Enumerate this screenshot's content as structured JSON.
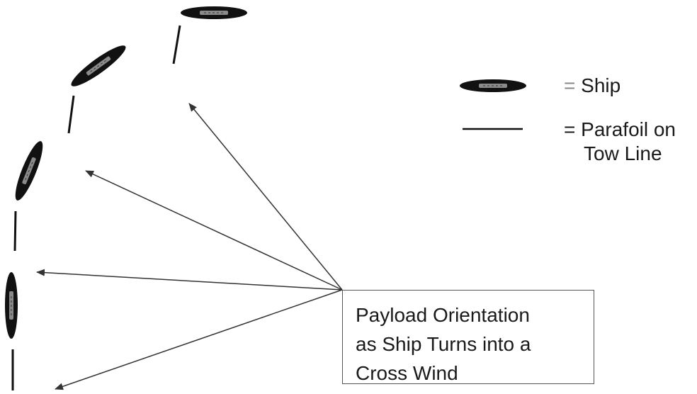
{
  "legend": {
    "ship_equals": "=",
    "ship_label": "Ship",
    "parafoil_equals": "=",
    "parafoil_label_line1": "Parafoil on",
    "parafoil_label_line2": "Tow Line"
  },
  "callout": {
    "line1": "Payload Orientation",
    "line2": "as Ship Turns into a",
    "line3": "Cross Wind"
  },
  "colors": {
    "ship": "#111111",
    "ship_deck": "#8a8a8a",
    "towline": "#111111",
    "arrow": "#333333",
    "box_border": "#555555",
    "text": "#1a1a1a"
  },
  "icons": {
    "ship": "ship-icon",
    "towline": "parafoil-tow-line-icon",
    "arrow": "arrow-head-icon"
  }
}
